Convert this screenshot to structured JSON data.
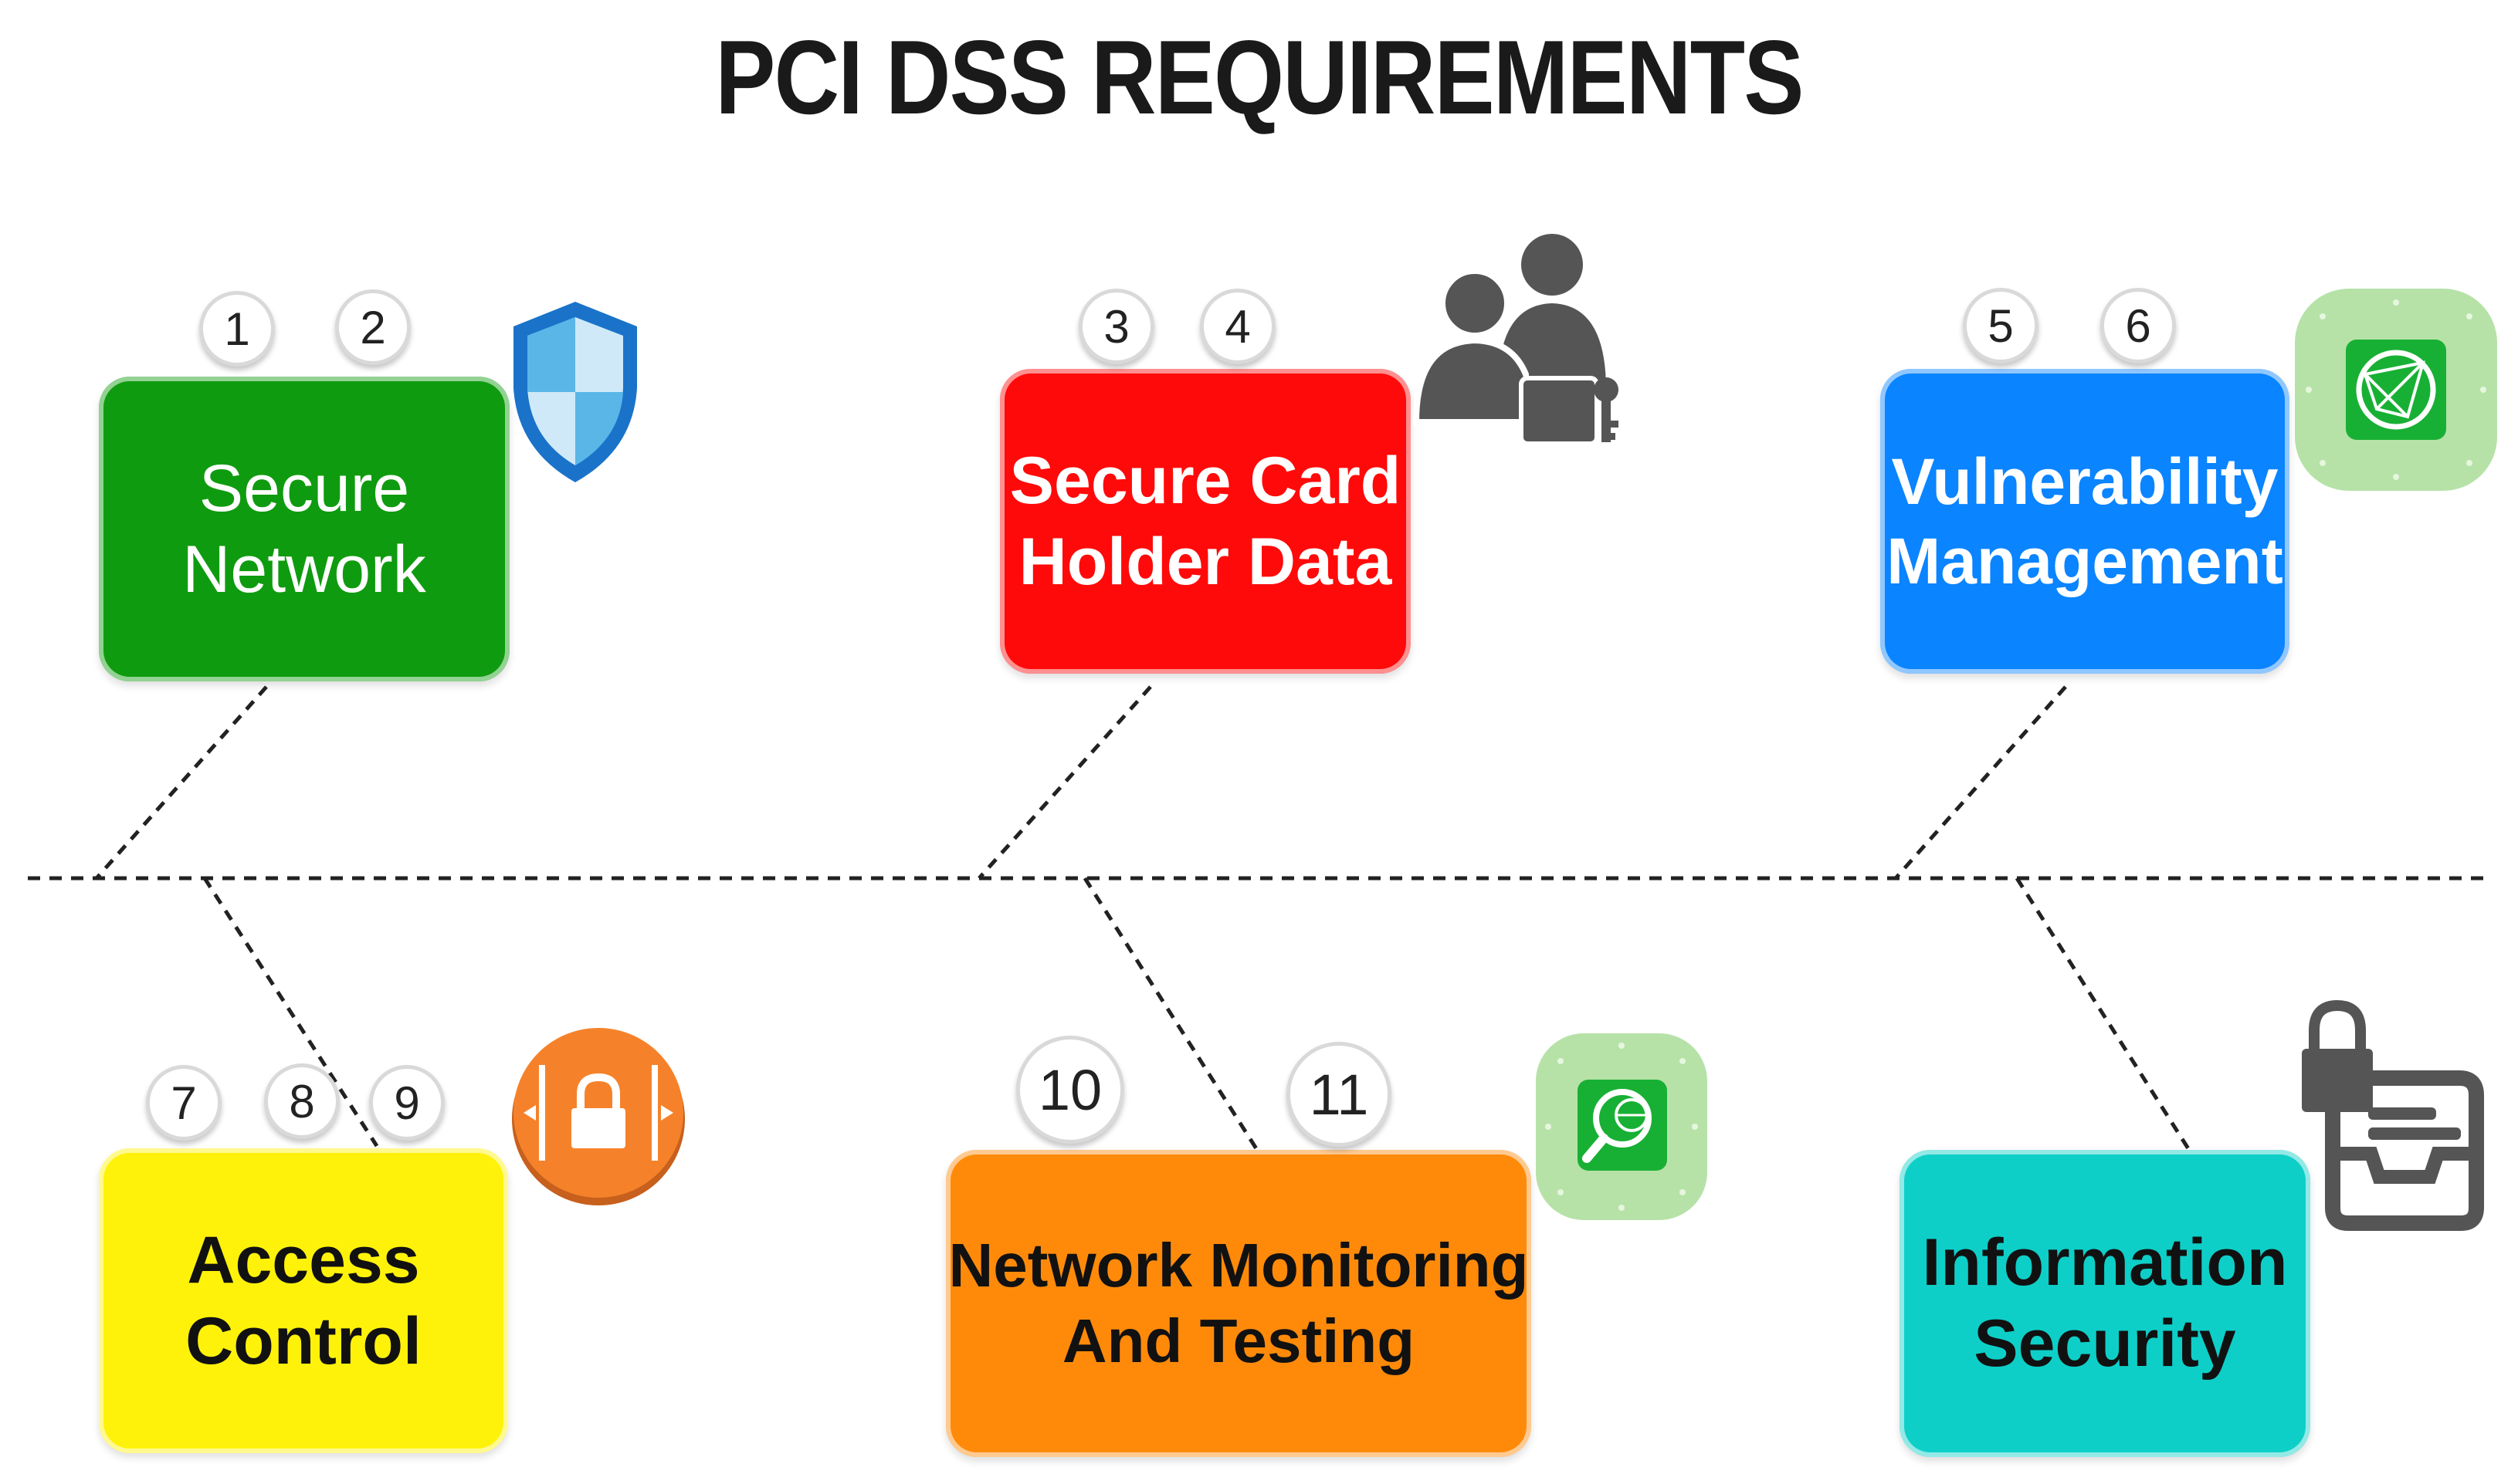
{
  "title": "PCI DSS REQUIREMENTS",
  "colors": {
    "secure_network": "#0f9b0f",
    "card_holder": "#ff0a0a",
    "vulnerability": "#0a84ff",
    "access_control": "#fff20a",
    "monitoring": "#ff8a0a",
    "information_security": "#0ecfc8",
    "spine": "#222222"
  },
  "categories": [
    {
      "id": "secure-network",
      "line1": "Secure",
      "line2": "Network",
      "badges": [
        "1",
        "2"
      ],
      "icon": "shield-icon"
    },
    {
      "id": "secure-card-holder-data",
      "line1": "Secure Card",
      "line2": "Holder Data",
      "badges": [
        "3",
        "4"
      ],
      "icon": "users-lock-key-icon"
    },
    {
      "id": "vulnerability-management",
      "line1": "Vulnerability",
      "line2": "Management",
      "badges": [
        "5",
        "6"
      ],
      "icon": "globe-scan-icon"
    },
    {
      "id": "access-control",
      "line1": "Access",
      "line2": "Control",
      "badges": [
        "7",
        "8",
        "9"
      ],
      "icon": "padlock-icon"
    },
    {
      "id": "network-monitoring-and-testing",
      "line1": "Network Monitoring",
      "line2": "And Testing",
      "badges": [
        "10",
        "11"
      ],
      "icon": "magnifier-globe-icon"
    },
    {
      "id": "information-security",
      "line1": "Information",
      "line2": "Security",
      "badges": [],
      "icon": "locked-inbox-icon"
    }
  ]
}
